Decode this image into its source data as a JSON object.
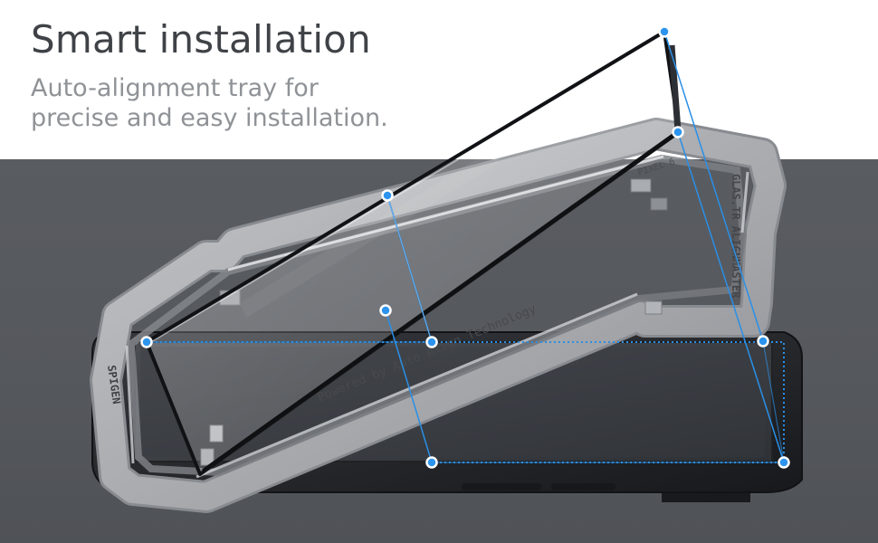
{
  "headline": "Smart installation",
  "subheadline_line1": "Auto-alignment tray for",
  "subheadline_line2": "precise and easy installation.",
  "tray_text_primary": "Powered by Auto Align Technology",
  "tray_text_brand": "GLAS.TR ALIGNMASTER",
  "tray_text_model": "PIXEL 6",
  "brand_mark": "SPIGEN",
  "colors": {
    "top_background": "#ffffff",
    "bottom_background": "#55585d",
    "accent_blue": "#2b8fe6",
    "tray_light": "#a7a9ad",
    "tray_shadow": "#6d7075",
    "phone_body": "#25272b"
  }
}
